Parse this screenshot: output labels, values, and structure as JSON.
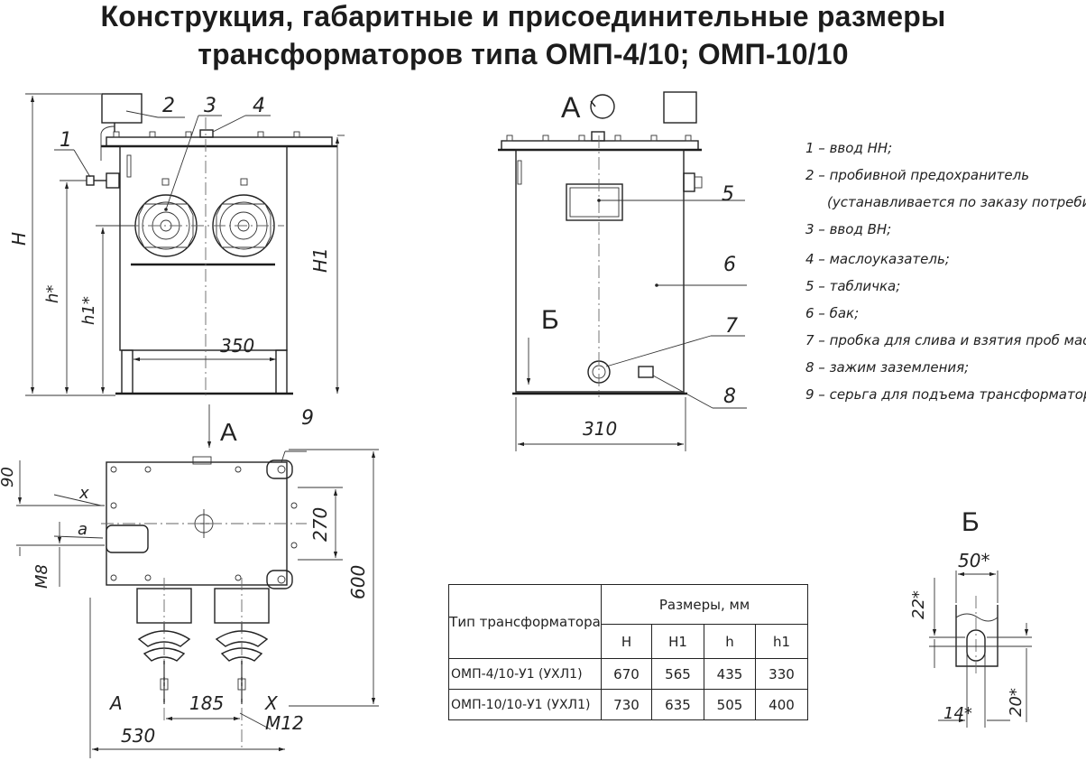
{
  "title": {
    "line1": "Конструкция, габаритные и присоединительные размеры",
    "line2": "трансформаторов типа ОМП-4/10; ОМП-10/10"
  },
  "labels": {
    "view_a_top": "А",
    "view_a_bottom": "А",
    "view_b": "Б",
    "view_b_detail": "Б",
    "terminal_a": "А",
    "terminal_x": "Х",
    "lv_x": "x",
    "lv_a": "a",
    "dim_H": "H",
    "dim_h": "h*",
    "dim_h1": "h1*",
    "dim_H1": "H1",
    "dim_350": "350",
    "dim_310": "310",
    "dim_90": "90",
    "dim_M8": "M8",
    "dim_270": "270",
    "dim_600": "600",
    "dim_185": "185",
    "dim_530": "530",
    "dim_M12": "M12",
    "dim_50": "50*",
    "dim_22": "22*",
    "dim_14": "14*",
    "dim_20": "20*"
  },
  "callouts": [
    "1",
    "2",
    "3",
    "4",
    "5",
    "6",
    "7",
    "8",
    "9"
  ],
  "legend": [
    "1 – ввод НН;",
    "2 – пробивной предохранитель",
    "(устанавливается по заказу потреби",
    "3 – ввод ВН;",
    "4 – маслоуказатель;",
    "5 – табличка;",
    "6 – бак;",
    "7 – пробка для слива и взятия проб масл",
    "8 – зажим заземления;",
    "9 – серьга для подъема трансформатора"
  ],
  "table": {
    "header_type": "Тип трансформатора",
    "header_dims": "Размеры, мм",
    "columns": [
      "H",
      "H1",
      "h",
      "h1"
    ],
    "rows": [
      {
        "type": "ОМП-4/10-У1 (УХЛ1)",
        "values": [
          "670",
          "565",
          "435",
          "330"
        ]
      },
      {
        "type": "ОМП-10/10-У1 (УХЛ1)",
        "values": [
          "730",
          "635",
          "505",
          "400"
        ]
      }
    ]
  }
}
